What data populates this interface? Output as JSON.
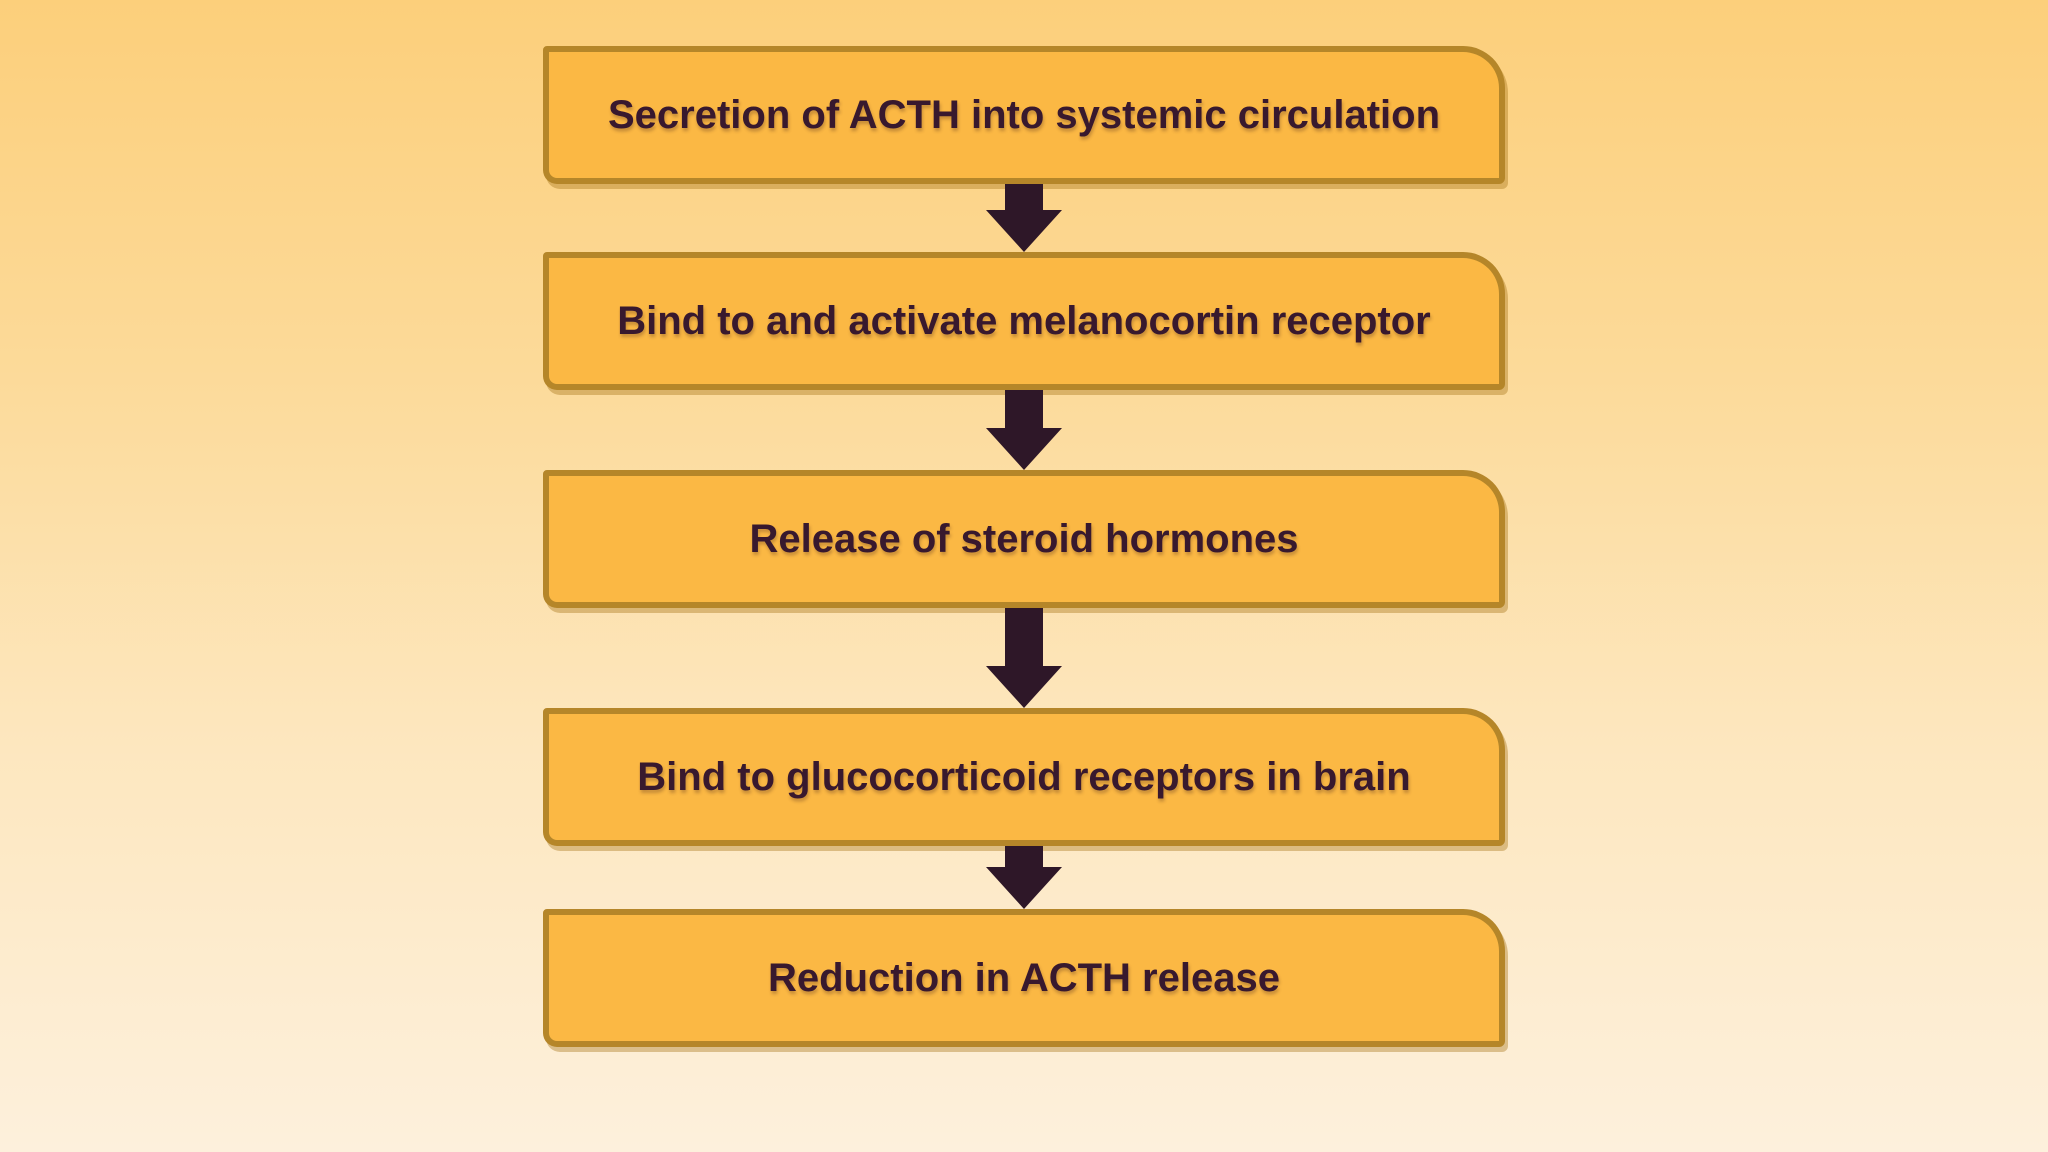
{
  "flowchart": {
    "steps": [
      {
        "label": "Secretion of ACTH into systemic circulation"
      },
      {
        "label": "Bind to and activate melanocortin receptor"
      },
      {
        "label": "Release of steroid hormones"
      },
      {
        "label": "Bind to glucocorticoid receptors in brain"
      },
      {
        "label": "Reduction in ACTH release"
      }
    ],
    "connectors": [
      {
        "from": 1,
        "to": 2,
        "type": "down-arrow"
      },
      {
        "from": 2,
        "to": 3,
        "type": "down-arrow"
      },
      {
        "from": 3,
        "to": 4,
        "type": "down-arrow"
      },
      {
        "from": 4,
        "to": 5,
        "type": "down-arrow"
      }
    ]
  },
  "theme": {
    "background_top": "#FCCF7B",
    "background_bottom": "#FDF0DC",
    "box_fill": "#FBB844",
    "box_border": "#B58629",
    "arrow_color": "#2E1728",
    "text_color": "#38192E"
  }
}
